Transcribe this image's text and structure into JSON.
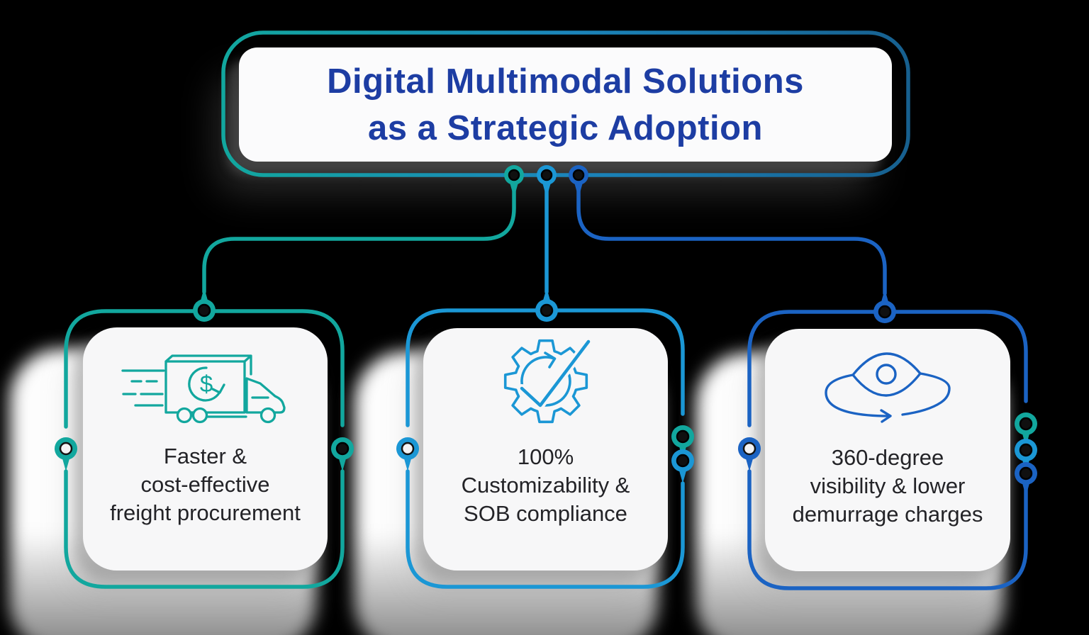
{
  "title": {
    "lines": [
      "Digital Multimodal Solutions",
      "as a Strategic Adoption"
    ]
  },
  "cards": [
    {
      "icon": "speed-truck-dollar-icon",
      "icon_glyph": "$",
      "lines": [
        "Faster &",
        "cost-effective",
        "freight procurement"
      ]
    },
    {
      "icon": "gear-check-icon",
      "lines": [
        "100%",
        "Customizability &",
        "SOB compliance"
      ]
    },
    {
      "icon": "eye-360-icon",
      "lines": [
        "360-degree",
        "visibility & lower",
        "demurrage charges"
      ]
    }
  ],
  "colors": {
    "teal": "#12a79e",
    "light_blue": "#1b97d5",
    "dark_blue": "#1b63c3",
    "title_gradient_mid": "#1b85bb",
    "title_gradient_end": "#17608f",
    "title_text": "#1d3da3",
    "body_text": "#232327",
    "card_bg": "#f7f7f8",
    "background": "#000000"
  }
}
